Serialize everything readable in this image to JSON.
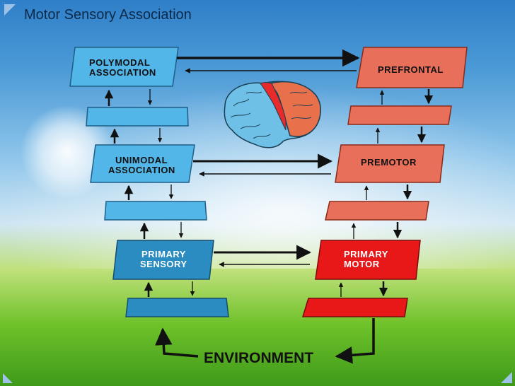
{
  "slide": {
    "title": "Motor Sensory Association"
  },
  "diagram": {
    "sensory": {
      "polymodal": [
        "POLYMODAL",
        "ASSOCIATION"
      ],
      "unimodal": [
        "UNIMODAL",
        "ASSOCIATION"
      ],
      "primary": [
        "PRIMARY",
        "SENSORY"
      ]
    },
    "motor": {
      "prefrontal": "PREFRONTAL",
      "premotor": "PREMOTOR",
      "primary": [
        "PRIMARY",
        "MOTOR"
      ]
    },
    "environment": "ENVIRONMENT",
    "colors": {
      "sensory_light": "#52b6e8",
      "sensory_mid": "#3aa2d8",
      "sensory_dark": "#2a8cc0",
      "motor_orange": "#e8705a",
      "motor_red": "#e81818",
      "brain_blue": "#6fc0e6",
      "brain_orange": "#e8704a",
      "brain_red": "#e82a2a"
    }
  }
}
